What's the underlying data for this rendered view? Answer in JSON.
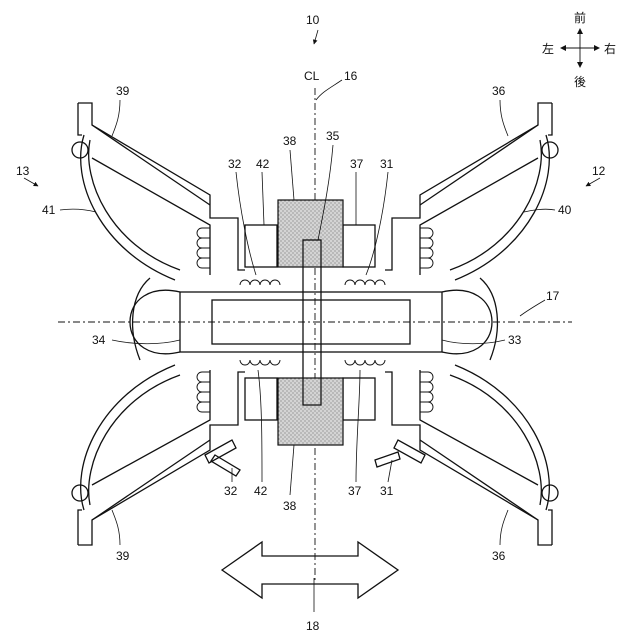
{
  "labels": {
    "l10": "10",
    "l13": "13",
    "l12": "12",
    "l16": "16",
    "lCL": "CL",
    "l17": "17",
    "l18": "18",
    "l39a": "39",
    "l39b": "39",
    "l36a": "36",
    "l36b": "36",
    "l41": "41",
    "l40": "40",
    "l38a": "38",
    "l38b": "38",
    "l35": "35",
    "l32a": "32",
    "l42a": "42",
    "l37a": "37",
    "l31a": "31",
    "l32b": "32",
    "l42b": "42",
    "l37b": "37",
    "l31b": "31",
    "l34": "34",
    "l33": "33"
  },
  "compass": {
    "front": "前",
    "back": "後",
    "left": "左",
    "right": "右"
  },
  "colors": {
    "ink": "#111111",
    "hatch_fill": "#cfcfcf",
    "background": "#ffffff"
  }
}
